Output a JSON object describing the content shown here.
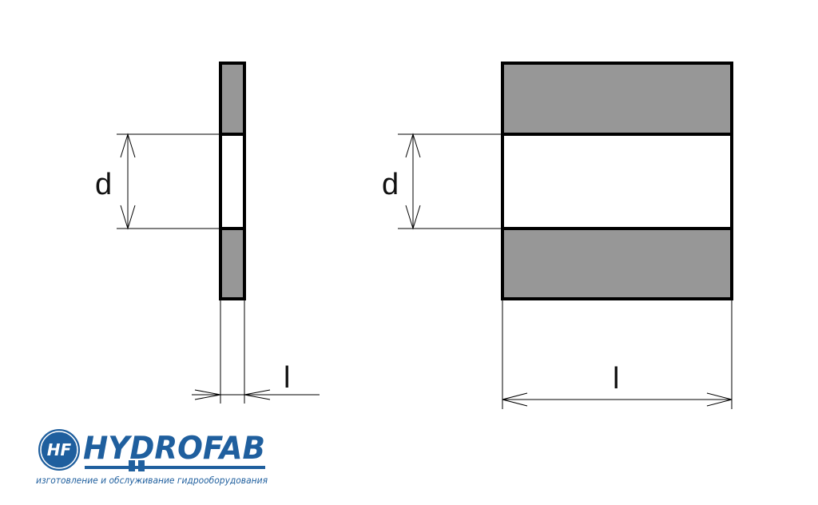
{
  "side_view": {
    "hole_label": "d",
    "thickness_label": "l"
  },
  "front_view": {
    "hole_label": "d",
    "length_label": "l"
  },
  "logo": {
    "emblem_text": "HF",
    "brand_name": "HYDROFAB",
    "tagline": "изготовление и обслуживание гидрооборудования"
  },
  "colors": {
    "fill_gray": "#979797",
    "outline": "#000000",
    "brand_blue": "#1f5f9e"
  }
}
